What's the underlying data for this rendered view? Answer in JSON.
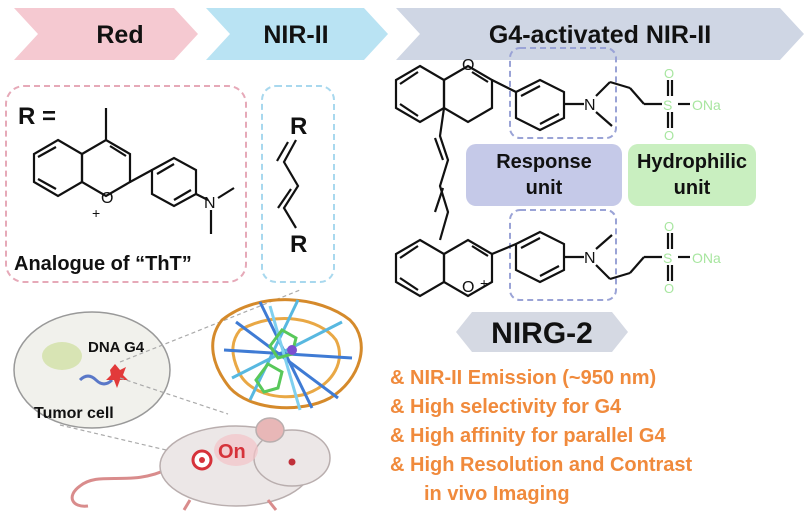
{
  "banner": {
    "stage1": "Red",
    "stage2": "NIR-II",
    "stage3": "G4-activated NIR-II",
    "colors": {
      "stage1": "#f5c9d1",
      "stage2": "#b9e3f3",
      "stage3": "#cfd6e4"
    }
  },
  "left_panel": {
    "r_label": "R =",
    "analogue_caption": "Analogue of “ThT”",
    "linker_r_top": "R",
    "linker_r_bottom": "R"
  },
  "molecule": {
    "response_unit": "Response unit",
    "response_unit_line1": "Response",
    "response_unit_line2": "unit",
    "hydrophilic_unit_line1": "Hydrophilic",
    "hydrophilic_unit_line2": "unit",
    "atoms": {
      "oxygen": "O",
      "nitrogen": "N",
      "sulfur": "S",
      "ona": "ONa",
      "plus": "+"
    },
    "colors": {
      "response": "#c5c9e8",
      "hydrophilic": "#c9efc0",
      "sulfonate": "#a8e6a0"
    }
  },
  "compound_name": "NIRG-2",
  "bio": {
    "dna_g4": "DNA G4",
    "tumor_cell": "Tumor cell",
    "on_label": "On"
  },
  "features": [
    "& NIR-II Emission (~950 nm)",
    "& High selectivity for G4",
    "& High affinity for parallel G4",
    "& High Resolution and  Contrast",
    "in vivo Imaging"
  ],
  "accent_color": "#f08a3c"
}
